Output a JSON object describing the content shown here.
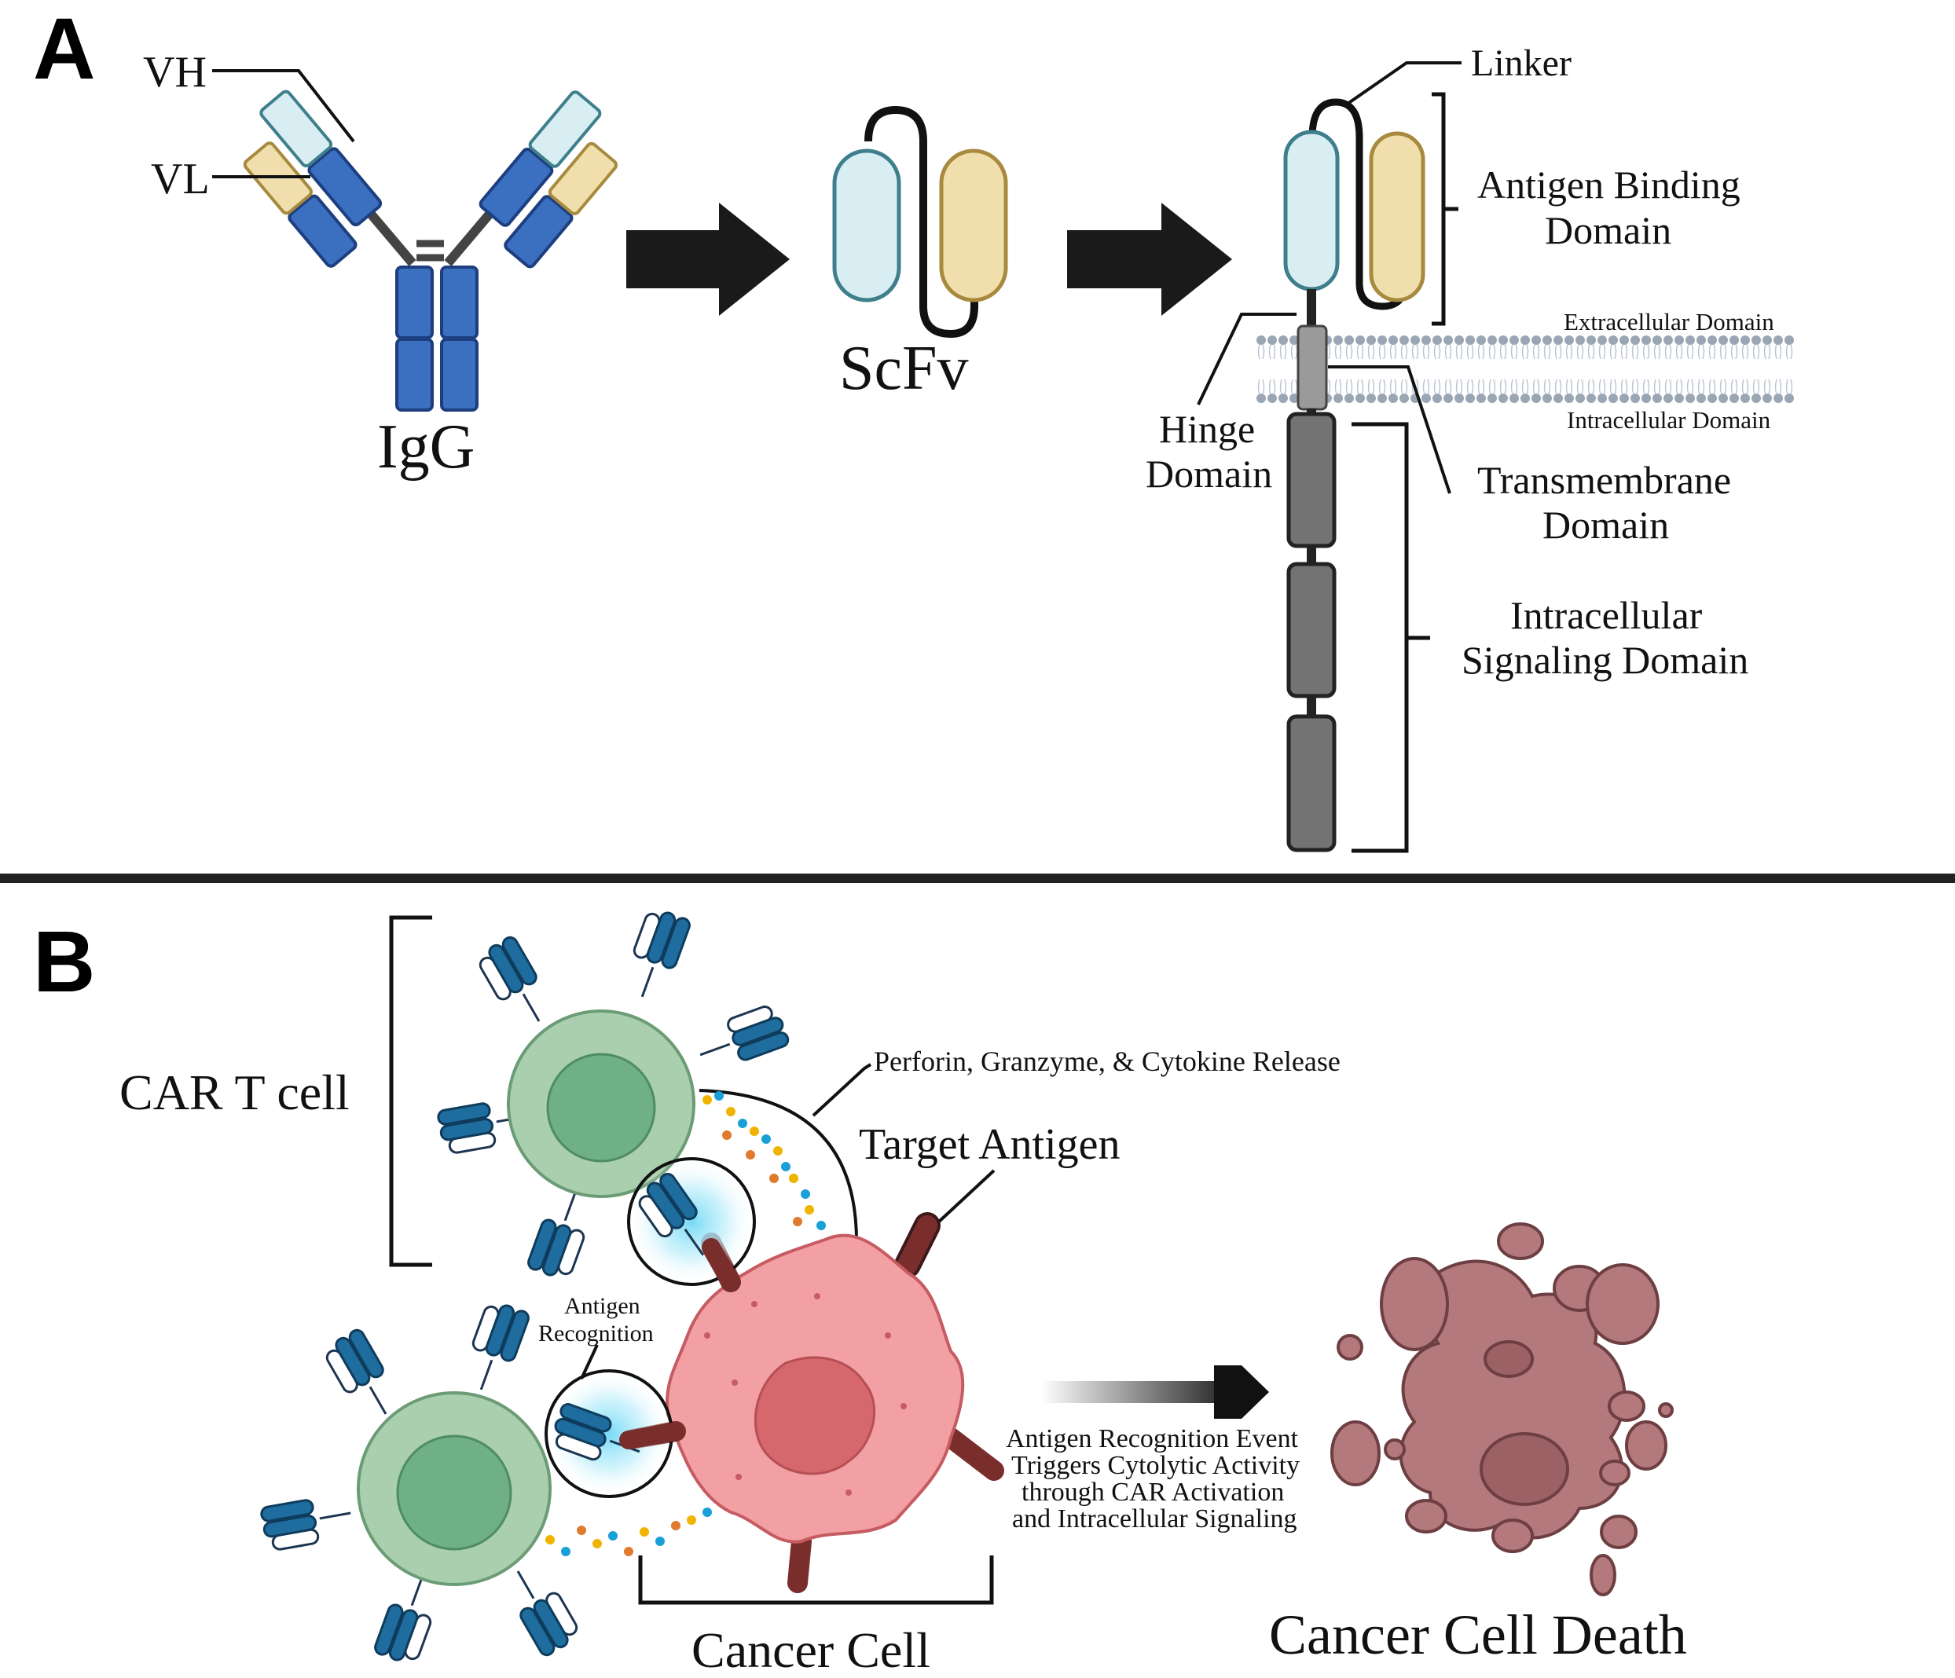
{
  "panel_a": {
    "letter": "A",
    "igg": {
      "label": "IgG",
      "vh_label": "VH",
      "vl_label": "VL"
    },
    "scfv": {
      "label": "ScFv"
    },
    "car": {
      "linker": "Linker",
      "antigen_binding": [
        "Antigen Binding",
        "Domain"
      ],
      "extracellular": "Extracellular Domain",
      "intracellular": "Intracellular Domain",
      "hinge": [
        "Hinge",
        "Domain"
      ],
      "transmembrane": [
        "Transmembrane",
        "Domain"
      ],
      "signaling": [
        "Intracellular",
        "Signaling Domain"
      ]
    }
  },
  "panel_b": {
    "letter": "B",
    "car_t_cell": "CAR T cell",
    "release": "Perforin, Granzyme, & Cytokine Release",
    "target_antigen": "Target Antigen",
    "antigen_recognition": [
      "Antigen",
      "Recognition"
    ],
    "event": [
      "Antigen Recognition Event",
      "Triggers Cytolytic Activity",
      "through CAR Activation",
      "and Intracellular Signaling"
    ],
    "cancer_cell": "Cancer Cell",
    "cancer_cell_death": "Cancer Cell Death"
  },
  "colors": {
    "heavy_chain": "#3b6fbf",
    "vh": "#d8eef2",
    "vl": "#f0dfac",
    "membrane": "#9aa6b4",
    "signaling": "#737373",
    "t_cell": "#a9cfae",
    "t_cell_nucleus": "#6fb085",
    "car_receptor": "#1f6d9e",
    "cancer_cell": "#f2a0a3",
    "cancer_nucleus": "#d6686d",
    "antigen": "#7a2e2c",
    "dead_cell": "#b3797c"
  }
}
